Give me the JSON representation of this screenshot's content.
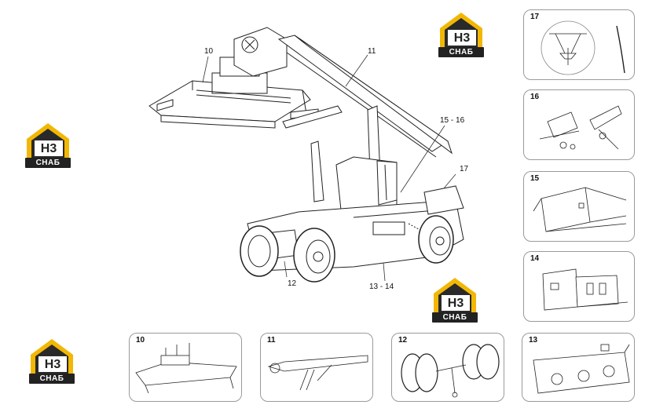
{
  "logo": {
    "mark": "H3",
    "text": "СНАБ",
    "colors": {
      "roof": "#f2b705",
      "dark": "#2a2a2a",
      "banner": "#222222"
    }
  },
  "main_callouts": {
    "c10": "10",
    "c11": "11",
    "c15_16": "15 - 16",
    "c17": "17",
    "c12": "12",
    "c13_14": "13 - 14"
  },
  "panels": {
    "p17": "17",
    "p16": "16",
    "p15": "15",
    "p14": "14",
    "p10": "10",
    "p11": "11",
    "p12": "12",
    "p13": "13"
  }
}
